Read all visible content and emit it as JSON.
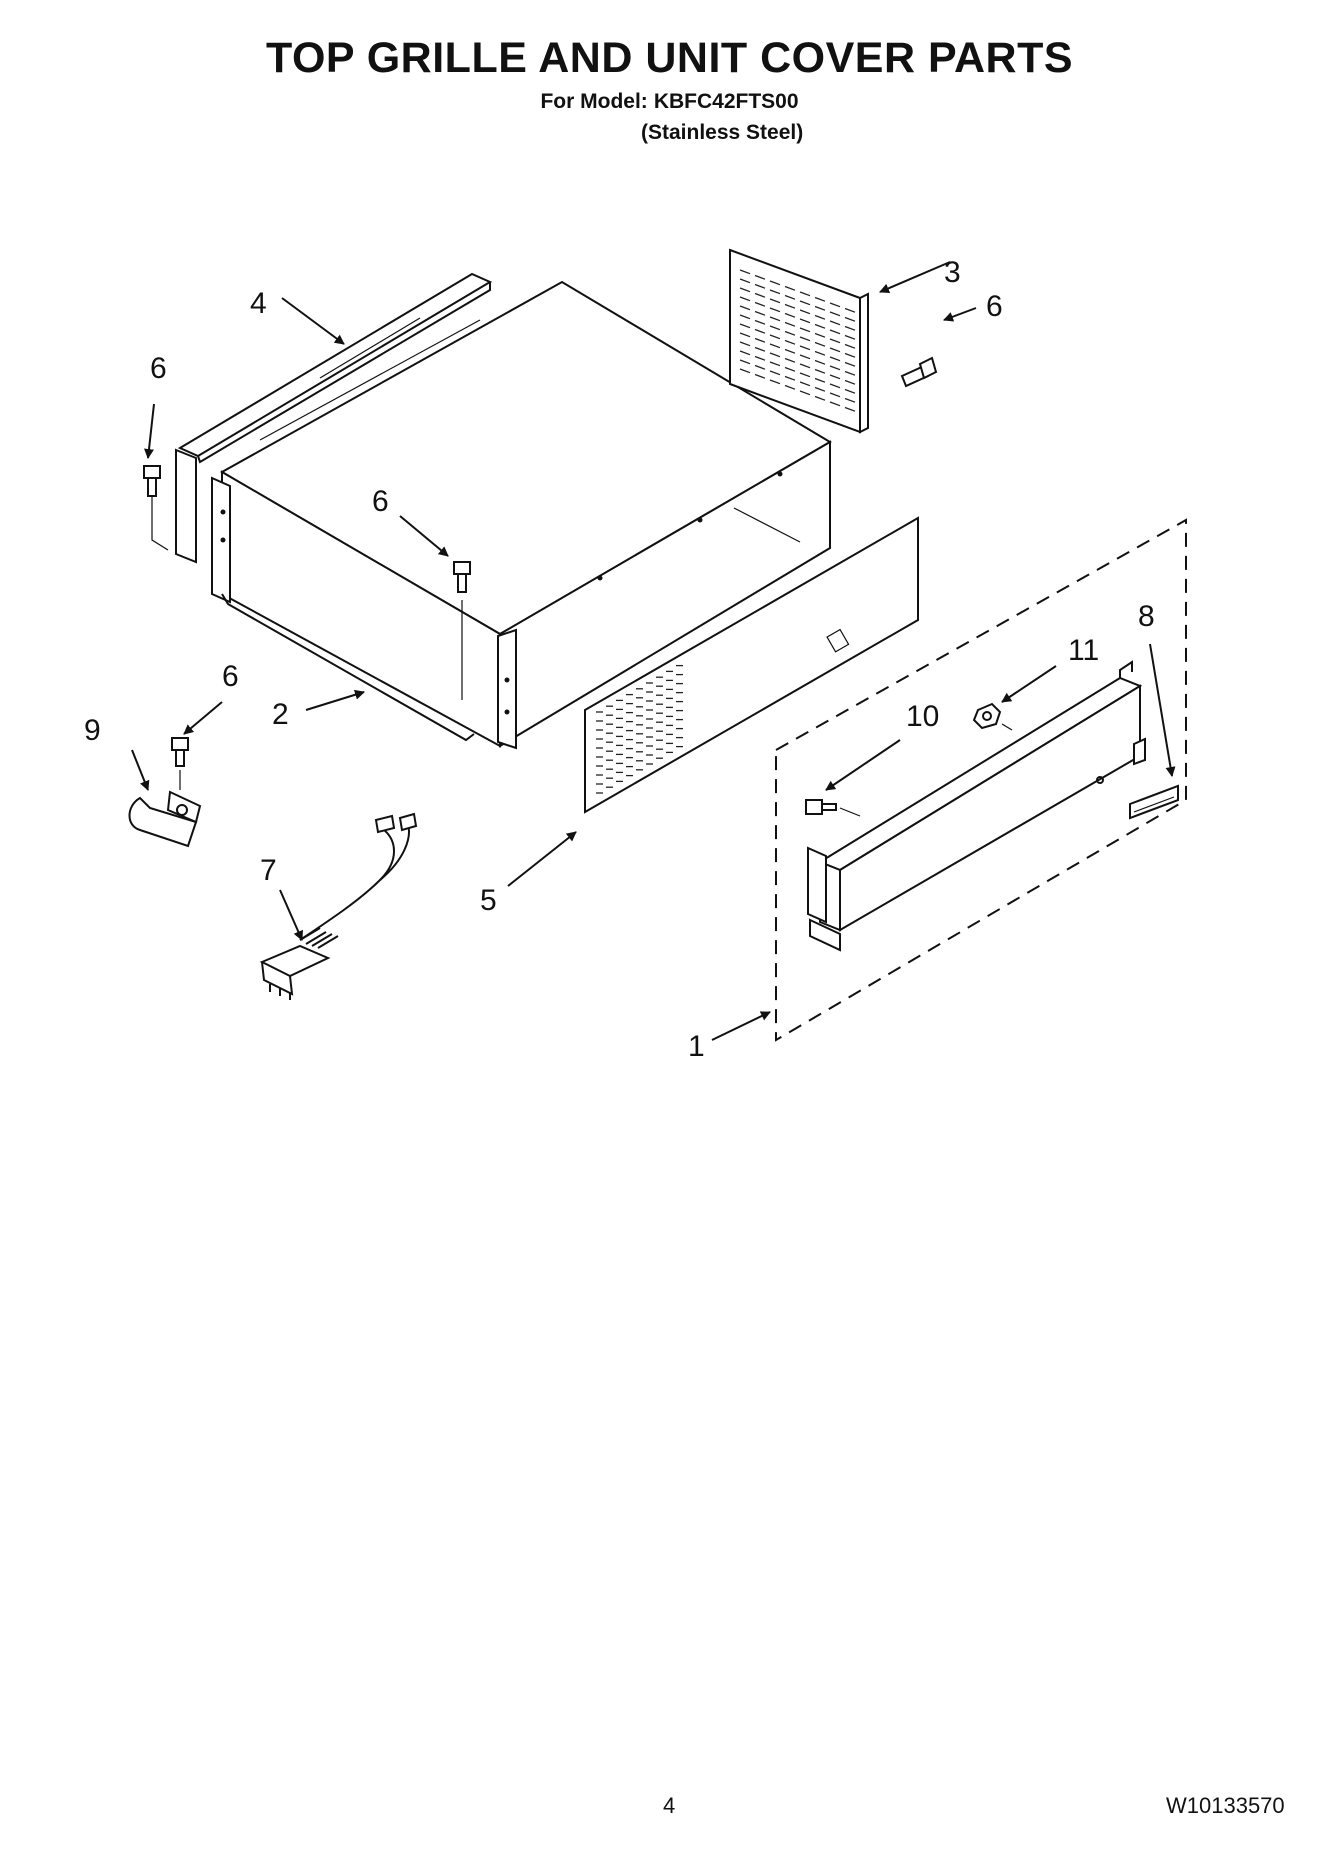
{
  "header": {
    "title": "TOP GRILLE AND UNIT COVER PARTS",
    "model_label": "For Model:",
    "model_number": "KBFC42FTS00",
    "finish": "(Stainless Steel)"
  },
  "callouts": {
    "c1": "1",
    "c2": "2",
    "c3": "3",
    "c4": "4",
    "c5": "5",
    "c6_top_right": "6",
    "c6_left": "6",
    "c6_center": "6",
    "c6_bottom_left": "6",
    "c7": "7",
    "c8": "8",
    "c9": "9",
    "c10": "10",
    "c11": "11"
  },
  "footer": {
    "page_number": "4",
    "document_number": "W10133570"
  }
}
